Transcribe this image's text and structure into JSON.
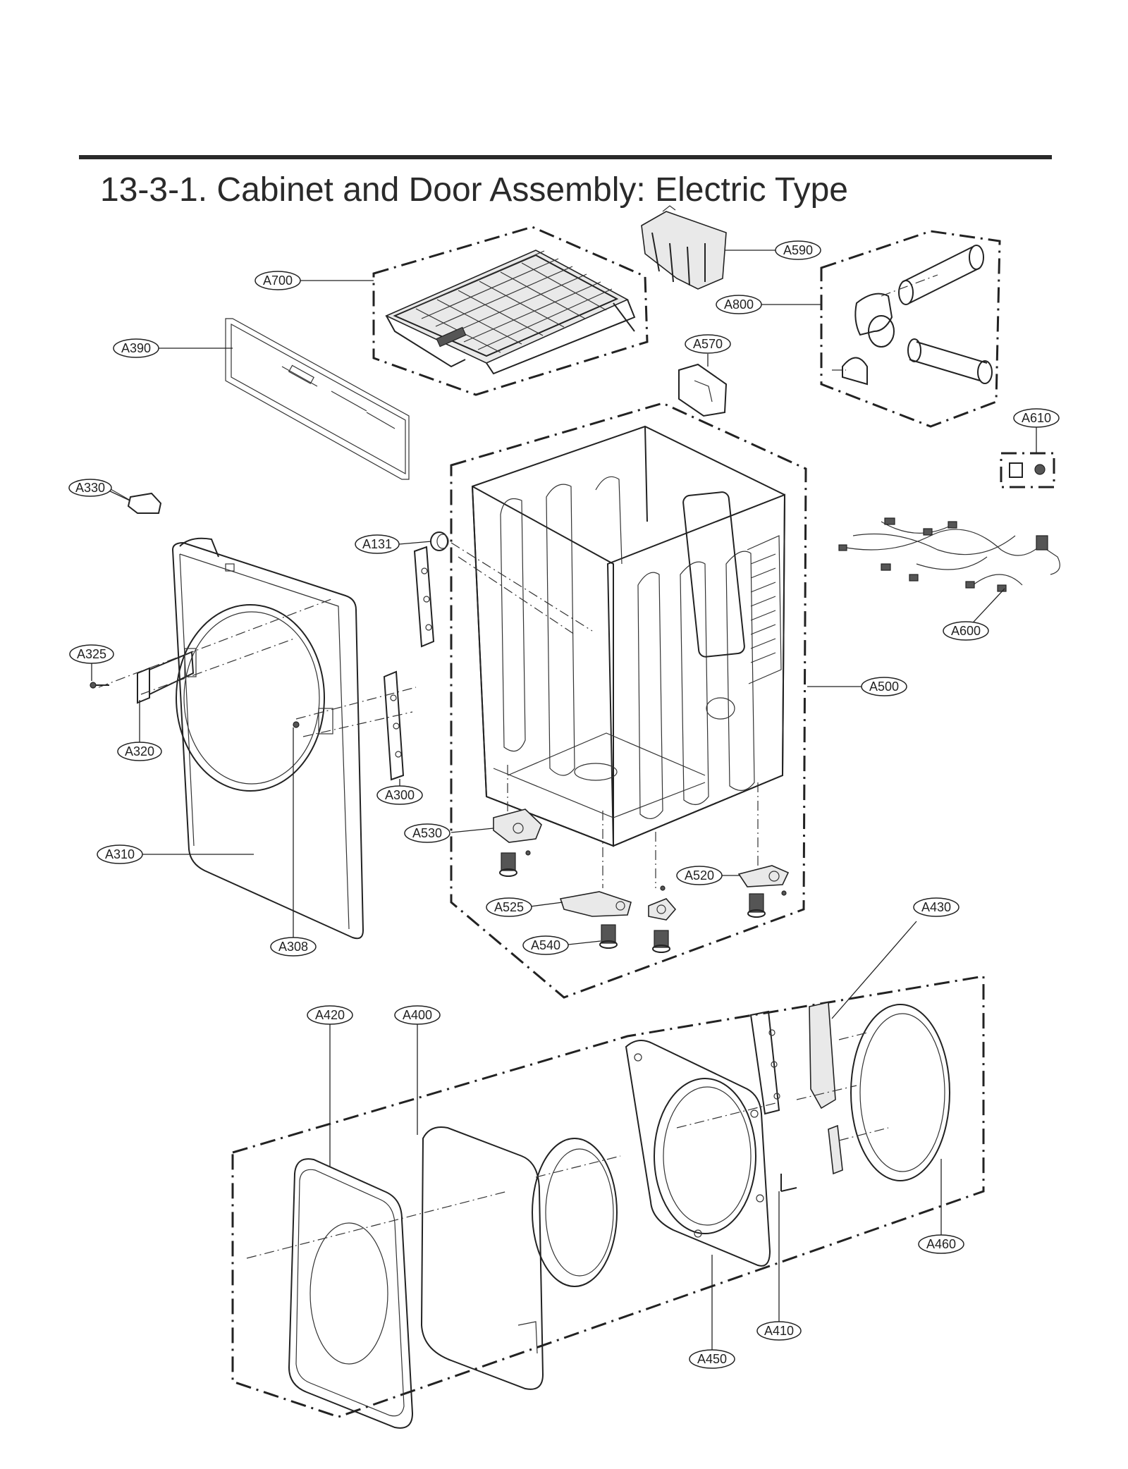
{
  "title": "13-3-1. Cabinet and Door Assembly: Electric Type",
  "callouts": {
    "A700": "A700",
    "A590": "A590",
    "A800": "A800",
    "A570": "A570",
    "A390": "A390",
    "A610": "A610",
    "A330": "A330",
    "A131": "A131",
    "A600": "A600",
    "A325": "A325",
    "A500": "A500",
    "A320": "A320",
    "A300": "A300",
    "A530": "A530",
    "A310": "A310",
    "A520": "A520",
    "A430": "A430",
    "A525": "A525",
    "A540": "A540",
    "A308": "A308",
    "A420": "A420",
    "A400": "A400",
    "A460": "A460",
    "A410": "A410",
    "A450": "A450"
  }
}
